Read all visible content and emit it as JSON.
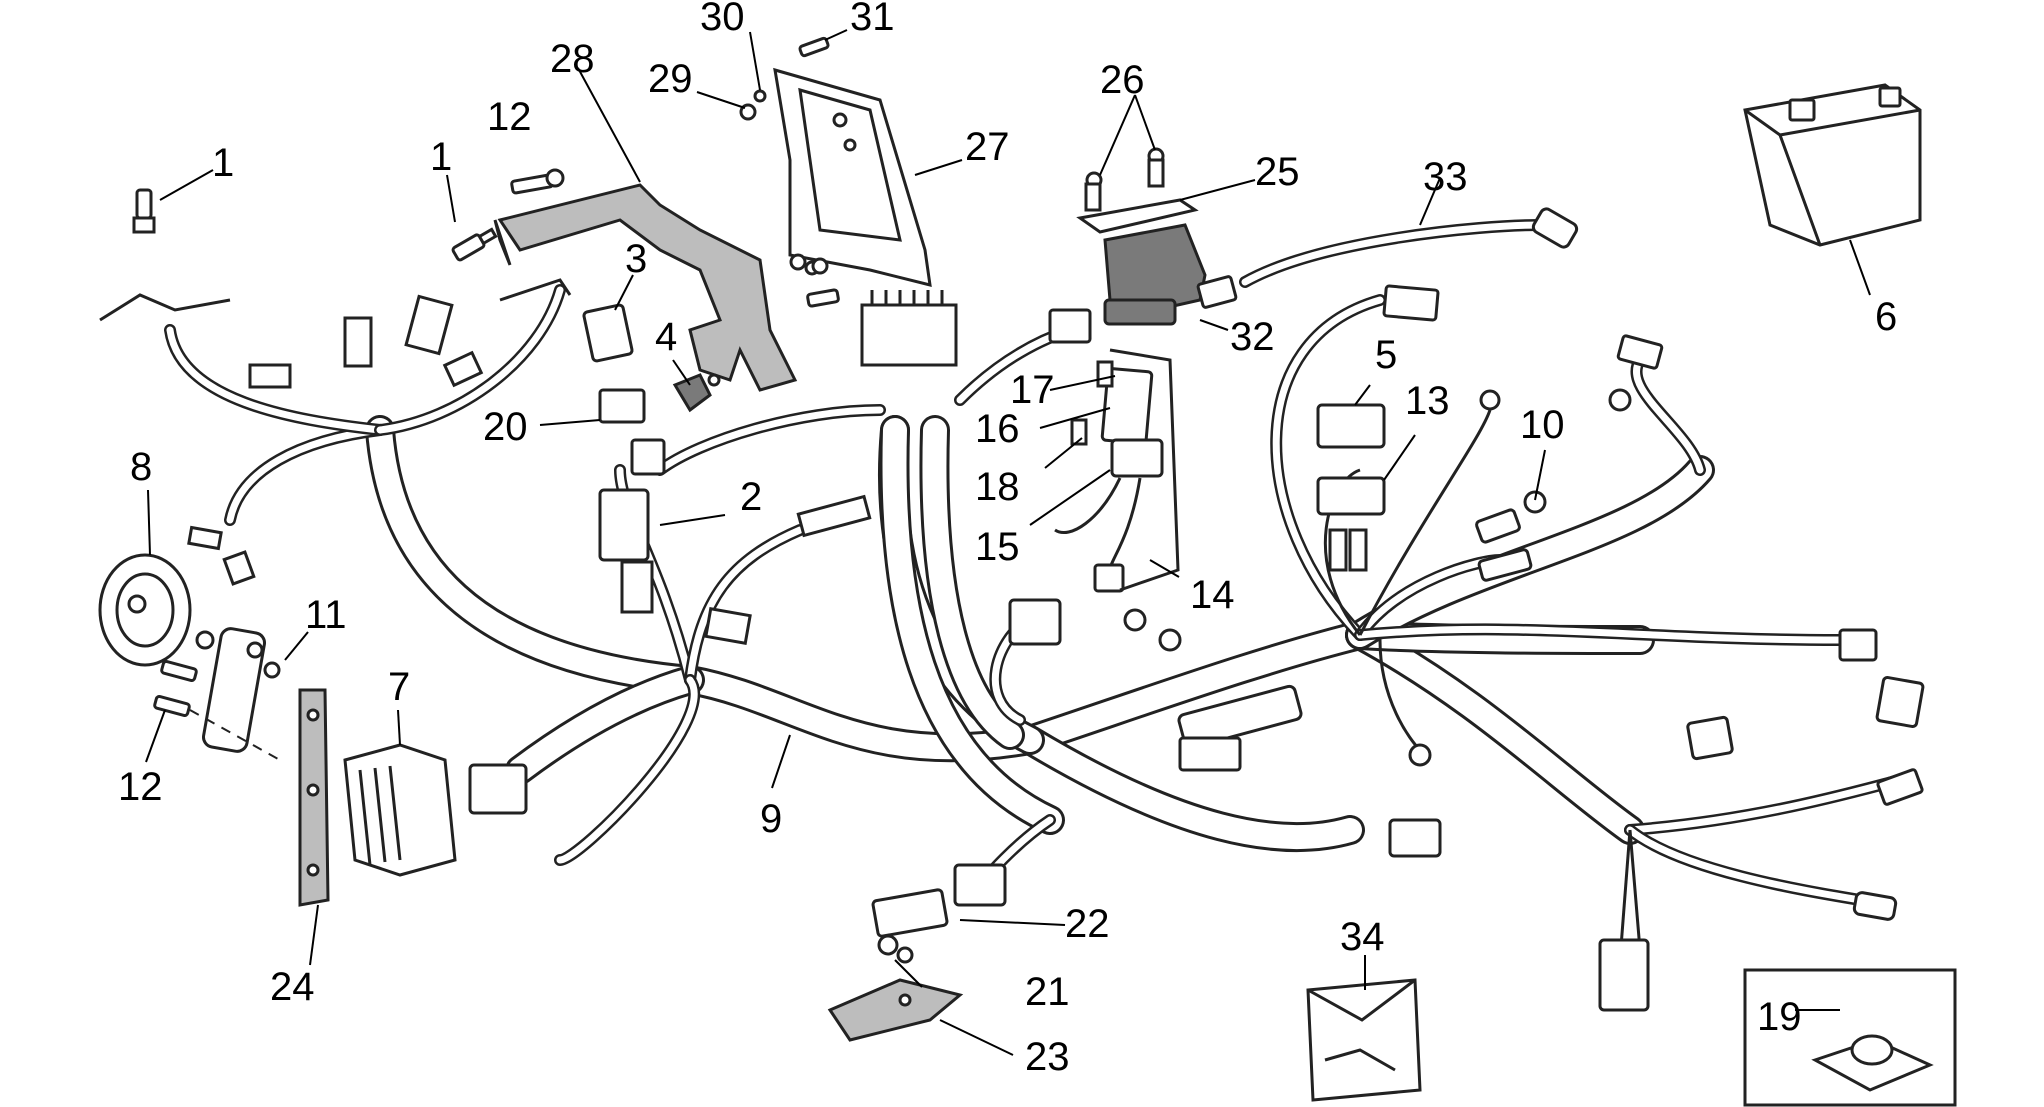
{
  "callouts": {
    "p1a": "1",
    "p1b": "1",
    "p2": "2",
    "p3": "3",
    "p4": "4",
    "p5": "5",
    "p6": "6",
    "p7": "7",
    "p8": "8",
    "p9": "9",
    "p10": "10",
    "p11": "11",
    "p12a": "12",
    "p12b": "12",
    "p13": "13",
    "p14": "14",
    "p15": "15",
    "p16": "16",
    "p17": "17",
    "p18": "18",
    "p19": "19",
    "p20": "20",
    "p21": "21",
    "p22": "22",
    "p23": "23",
    "p24": "24",
    "p25": "25",
    "p26": "26",
    "p27": "27",
    "p28": "28",
    "p29": "29",
    "p30": "30",
    "p31": "31",
    "p32": "32",
    "p33": "33",
    "p34": "34"
  }
}
